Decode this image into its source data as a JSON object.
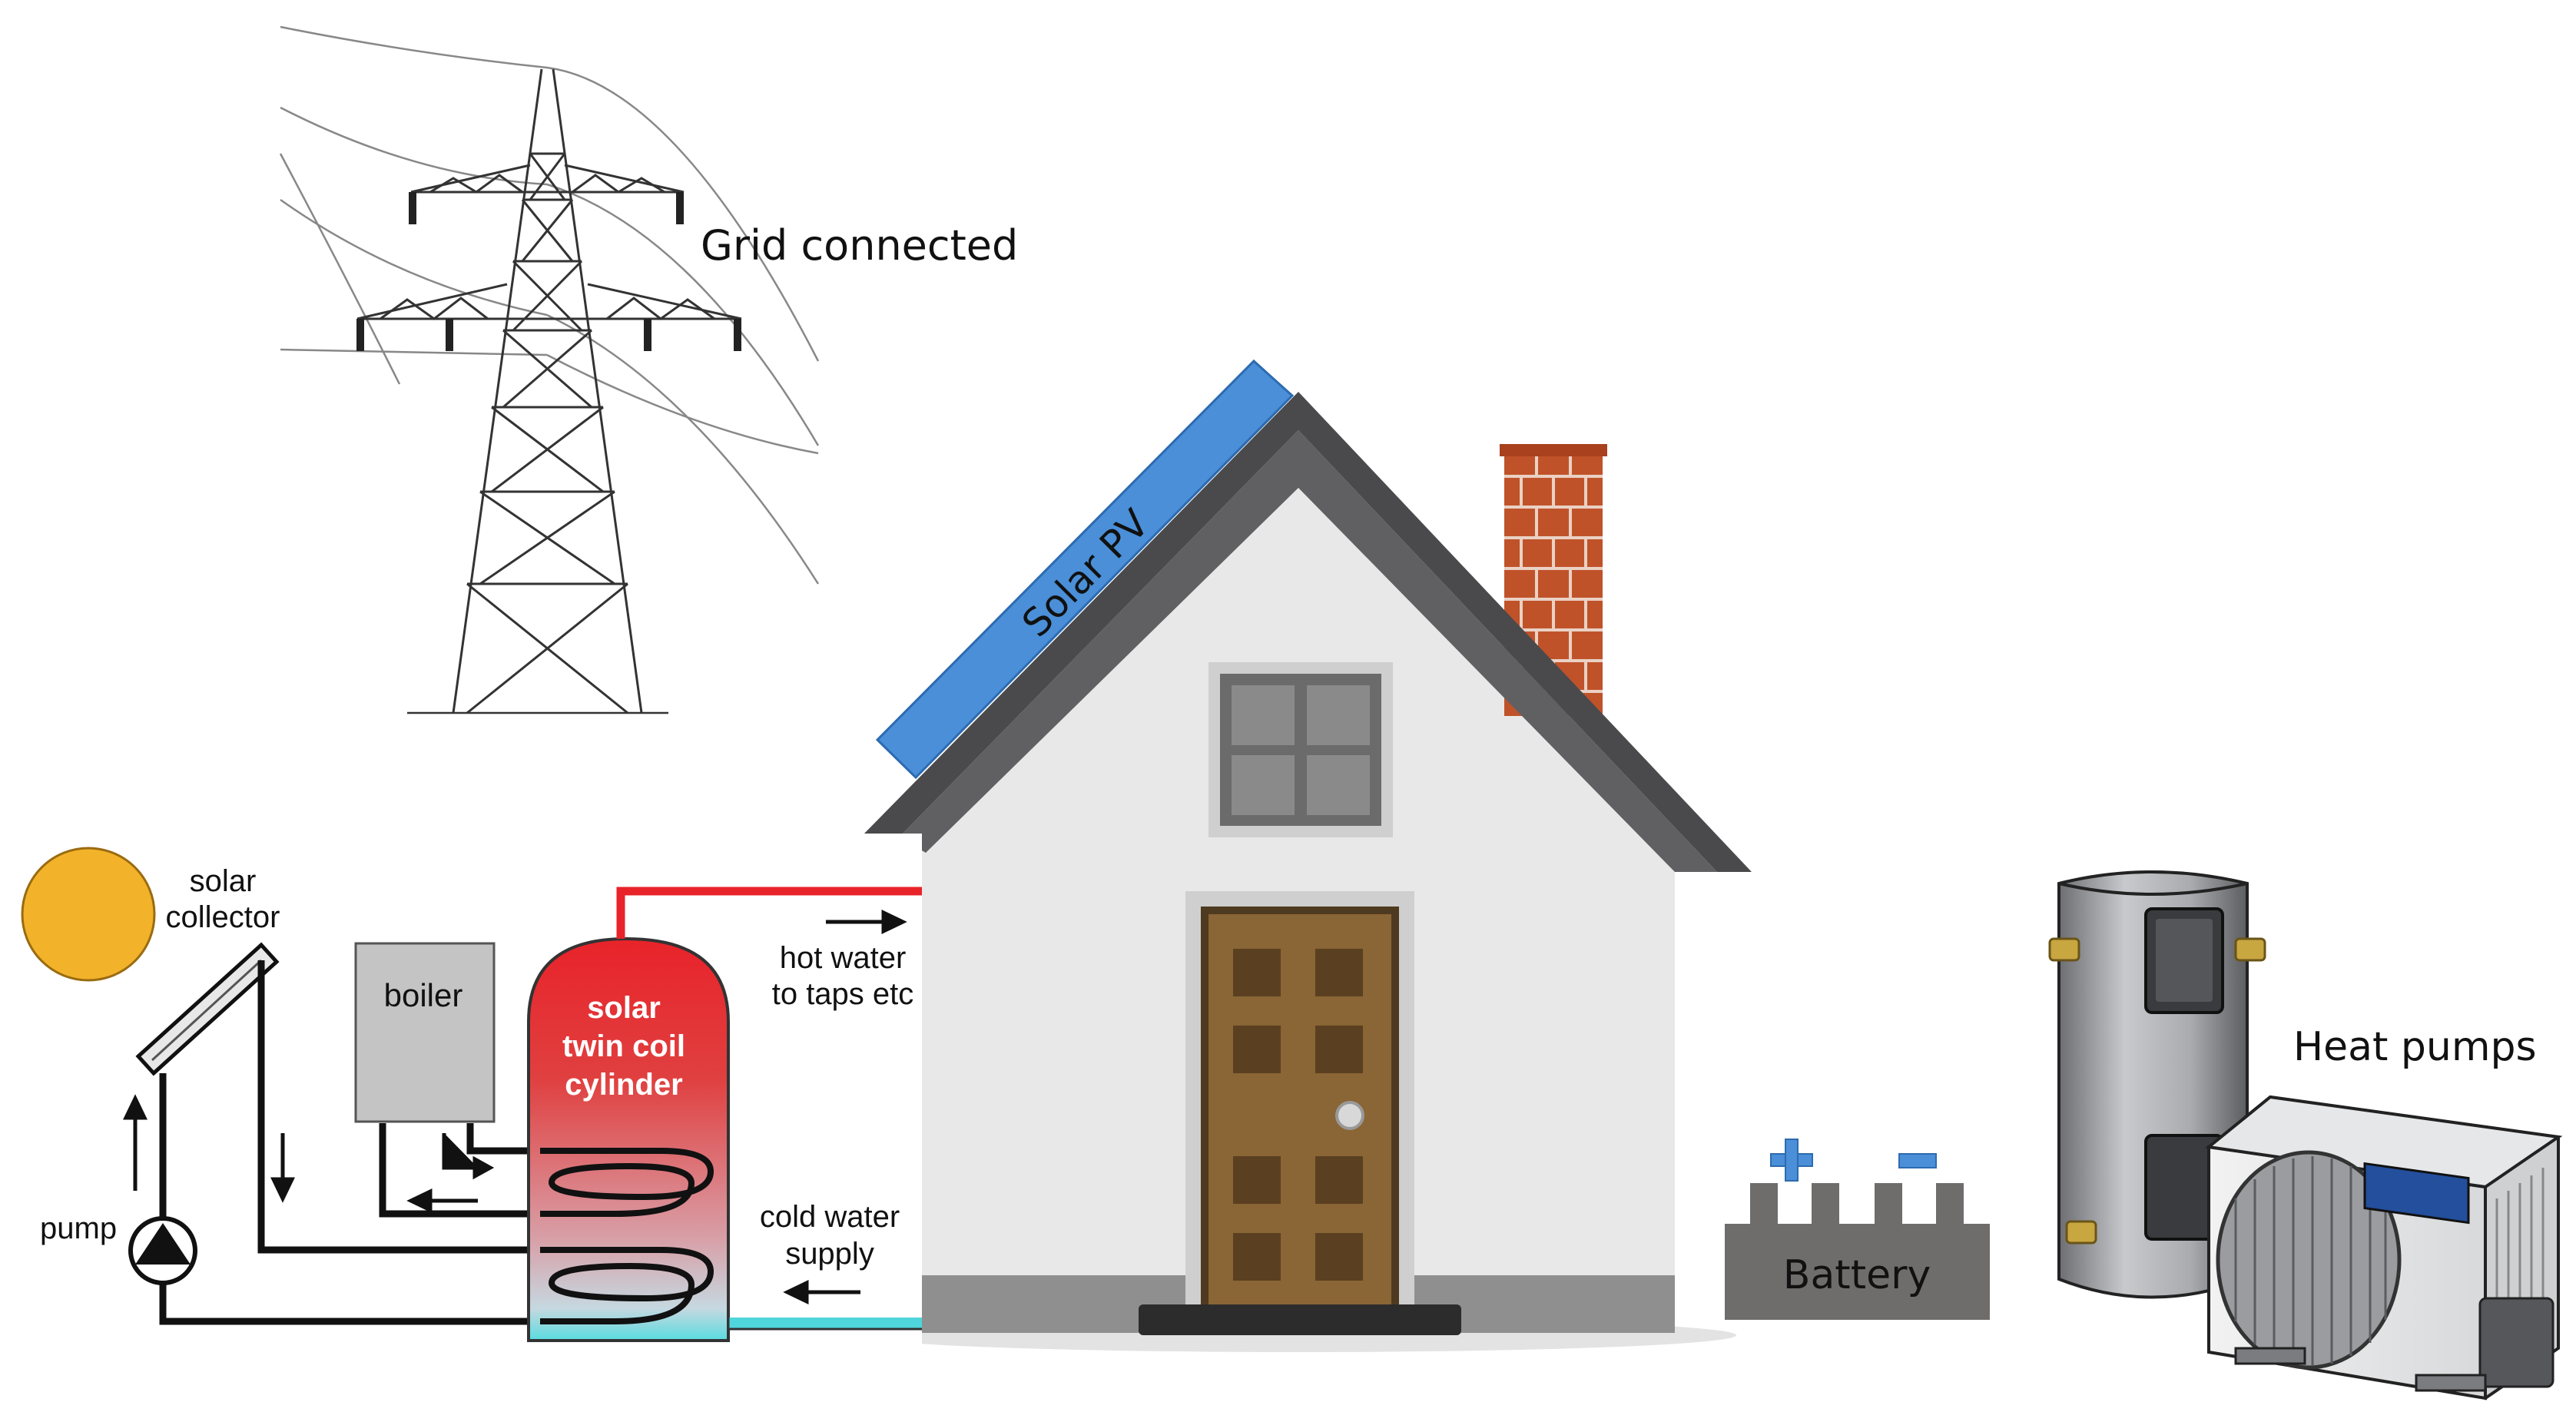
{
  "labels": {
    "grid": "Grid connected",
    "solar_pv": "Solar PV",
    "solar_collector_1": "solar",
    "solar_collector_2": "collector",
    "boiler": "boiler",
    "cylinder_1": "solar",
    "cylinder_2": "twin coil",
    "cylinder_3": "cylinder",
    "hot_water_1": "hot water",
    "hot_water_2": "to taps etc",
    "cold_water_1": "cold water",
    "cold_water_2": "supply",
    "pump": "pump",
    "battery": "Battery",
    "battery_plus": "+",
    "battery_minus": "–",
    "heat_pumps": "Heat pumps"
  },
  "colors": {
    "solar_panel": "#4a8fd8",
    "roof": "#4a4a4c",
    "wall": "#e8e8e8",
    "chimney": "#c0522a",
    "door": "#8a6535",
    "sun": "#f2b22a",
    "hot_pipe": "#e8232a",
    "cold_pipe": "#4fd6dc",
    "battery": "#6f6d6c",
    "battery_terminal": "#4a8fd8"
  }
}
